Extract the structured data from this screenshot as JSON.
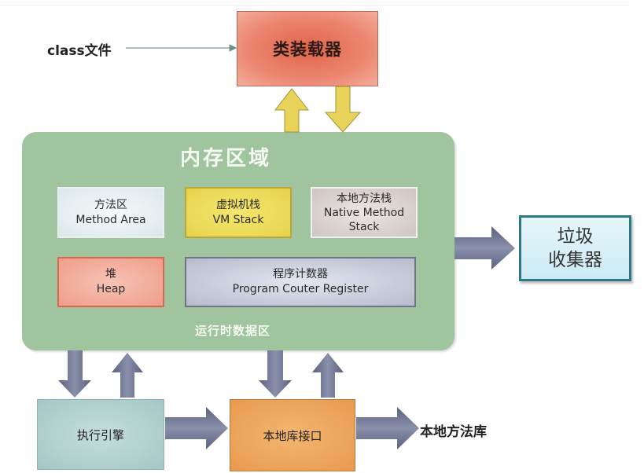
{
  "diagram": {
    "class_file": "class文件",
    "class_loader": "类装载器",
    "memory_area": {
      "title": "内存区域",
      "subtitle": "运行时数据区",
      "method_area": {
        "cn": "方法区",
        "en": "Method Area"
      },
      "vm_stack": {
        "cn": "虚拟机栈",
        "en": "VM Stack"
      },
      "native_method_stack": {
        "cn": "本地方法栈",
        "en_line1": "Native Method",
        "en_line2": "Stack"
      },
      "heap": {
        "cn": "堆",
        "en": "Heap"
      },
      "pc_register": {
        "cn": "程序计数器",
        "en": "Program Couter Register"
      }
    },
    "garbage_collector": {
      "line1": "垃圾",
      "line2": "收集器"
    },
    "execution_engine": "执行引擎",
    "native_interface": "本地库接口",
    "native_library": "本地方法库"
  },
  "colors": {
    "class_loader": "#e8735b",
    "memory_area": "#9fc49e",
    "vm_stack": "#ecd957",
    "heap": "#f2ab99",
    "pc_register": "#c4c8d7",
    "garbage_collector": "#d8f0f7",
    "execution_engine": "#b0cfcd",
    "native_interface": "#eca55c",
    "yellow_arrow": "#e8d35a",
    "gray_arrow": "#6e7591"
  }
}
